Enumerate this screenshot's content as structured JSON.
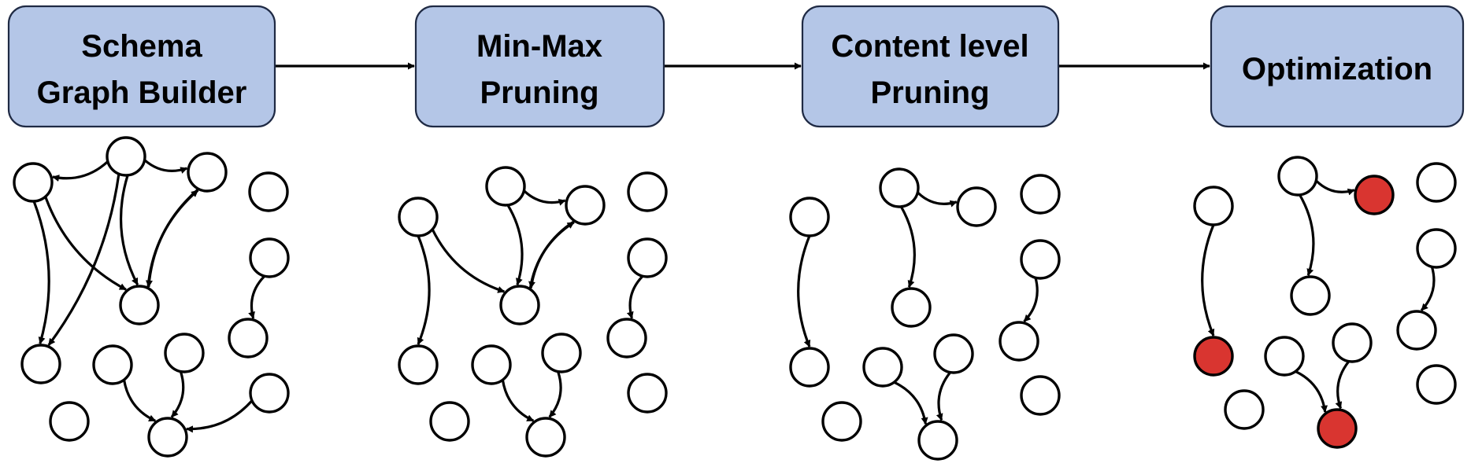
{
  "stages": [
    {
      "id": "schema",
      "lines": [
        "Schema",
        "Graph Builder"
      ]
    },
    {
      "id": "minmax",
      "lines": [
        "Min-Max",
        "Pruning"
      ]
    },
    {
      "id": "content",
      "lines": [
        "Content level",
        "Pruning"
      ]
    },
    {
      "id": "optimization",
      "lines": [
        "Optimization"
      ]
    }
  ],
  "colors": {
    "stage_fill": "#b4c6e7",
    "stage_border": "#1f2a44",
    "node_default": "#ffffff",
    "node_selected": "#d93530",
    "stroke": "#000000"
  },
  "graphs": [
    {
      "stage": "schema",
      "nodes": [
        {
          "id": "a",
          "selected": false
        },
        {
          "id": "b",
          "selected": false
        },
        {
          "id": "c",
          "selected": false
        },
        {
          "id": "d",
          "selected": false
        },
        {
          "id": "e",
          "selected": false
        },
        {
          "id": "f",
          "selected": false
        },
        {
          "id": "g",
          "selected": false
        },
        {
          "id": "h",
          "selected": false
        },
        {
          "id": "i",
          "selected": false
        },
        {
          "id": "j",
          "selected": false
        },
        {
          "id": "k",
          "selected": false
        },
        {
          "id": "l",
          "selected": false
        },
        {
          "id": "m",
          "selected": false
        },
        {
          "id": "n",
          "selected": false
        }
      ],
      "edges": [
        {
          "from": "b",
          "to": "c"
        },
        {
          "from": "b",
          "to": "a"
        },
        {
          "from": "b",
          "to": "e"
        },
        {
          "from": "b",
          "to": "h"
        },
        {
          "from": "a",
          "to": "e"
        },
        {
          "from": "a",
          "to": "h"
        },
        {
          "from": "c",
          "to": "e"
        },
        {
          "from": "e",
          "to": "c"
        },
        {
          "from": "f",
          "to": "g"
        },
        {
          "from": "j",
          "to": "l"
        },
        {
          "from": "i",
          "to": "l"
        },
        {
          "from": "m",
          "to": "l"
        }
      ]
    },
    {
      "stage": "minmax",
      "nodes": [
        {
          "id": "a",
          "selected": false
        },
        {
          "id": "b",
          "selected": false
        },
        {
          "id": "c",
          "selected": false
        },
        {
          "id": "d",
          "selected": false
        },
        {
          "id": "e",
          "selected": false
        },
        {
          "id": "f",
          "selected": false
        },
        {
          "id": "g",
          "selected": false
        },
        {
          "id": "h",
          "selected": false
        },
        {
          "id": "i",
          "selected": false
        },
        {
          "id": "j",
          "selected": false
        },
        {
          "id": "k",
          "selected": false
        },
        {
          "id": "l",
          "selected": false
        },
        {
          "id": "m",
          "selected": false
        }
      ],
      "edges": [
        {
          "from": "b",
          "to": "c"
        },
        {
          "from": "b",
          "to": "e"
        },
        {
          "from": "a",
          "to": "e"
        },
        {
          "from": "a",
          "to": "h"
        },
        {
          "from": "c",
          "to": "e"
        },
        {
          "from": "e",
          "to": "c"
        },
        {
          "from": "f",
          "to": "g"
        },
        {
          "from": "j",
          "to": "l"
        },
        {
          "from": "i",
          "to": "l"
        }
      ]
    },
    {
      "stage": "content",
      "nodes": [
        {
          "id": "a",
          "selected": false
        },
        {
          "id": "b",
          "selected": false
        },
        {
          "id": "c",
          "selected": false
        },
        {
          "id": "d",
          "selected": false
        },
        {
          "id": "e",
          "selected": false
        },
        {
          "id": "f",
          "selected": false
        },
        {
          "id": "g",
          "selected": false
        },
        {
          "id": "h",
          "selected": false
        },
        {
          "id": "i",
          "selected": false
        },
        {
          "id": "j",
          "selected": false
        },
        {
          "id": "k",
          "selected": false
        },
        {
          "id": "l",
          "selected": false
        },
        {
          "id": "m",
          "selected": false
        }
      ],
      "edges": [
        {
          "from": "b",
          "to": "c"
        },
        {
          "from": "b",
          "to": "e"
        },
        {
          "from": "a",
          "to": "h"
        },
        {
          "from": "f",
          "to": "g"
        },
        {
          "from": "j",
          "to": "l"
        },
        {
          "from": "i",
          "to": "l"
        }
      ]
    },
    {
      "stage": "optimization",
      "nodes": [
        {
          "id": "a",
          "selected": false
        },
        {
          "id": "b",
          "selected": false
        },
        {
          "id": "c",
          "selected": true
        },
        {
          "id": "d",
          "selected": false
        },
        {
          "id": "e",
          "selected": false
        },
        {
          "id": "f",
          "selected": false
        },
        {
          "id": "g",
          "selected": false
        },
        {
          "id": "h",
          "selected": true
        },
        {
          "id": "i",
          "selected": false
        },
        {
          "id": "j",
          "selected": false
        },
        {
          "id": "k",
          "selected": false
        },
        {
          "id": "l",
          "selected": true
        },
        {
          "id": "m",
          "selected": false
        }
      ],
      "edges": [
        {
          "from": "b",
          "to": "c"
        },
        {
          "from": "b",
          "to": "e"
        },
        {
          "from": "a",
          "to": "h"
        },
        {
          "from": "f",
          "to": "g"
        },
        {
          "from": "j",
          "to": "l"
        },
        {
          "from": "i",
          "to": "l"
        }
      ]
    }
  ]
}
